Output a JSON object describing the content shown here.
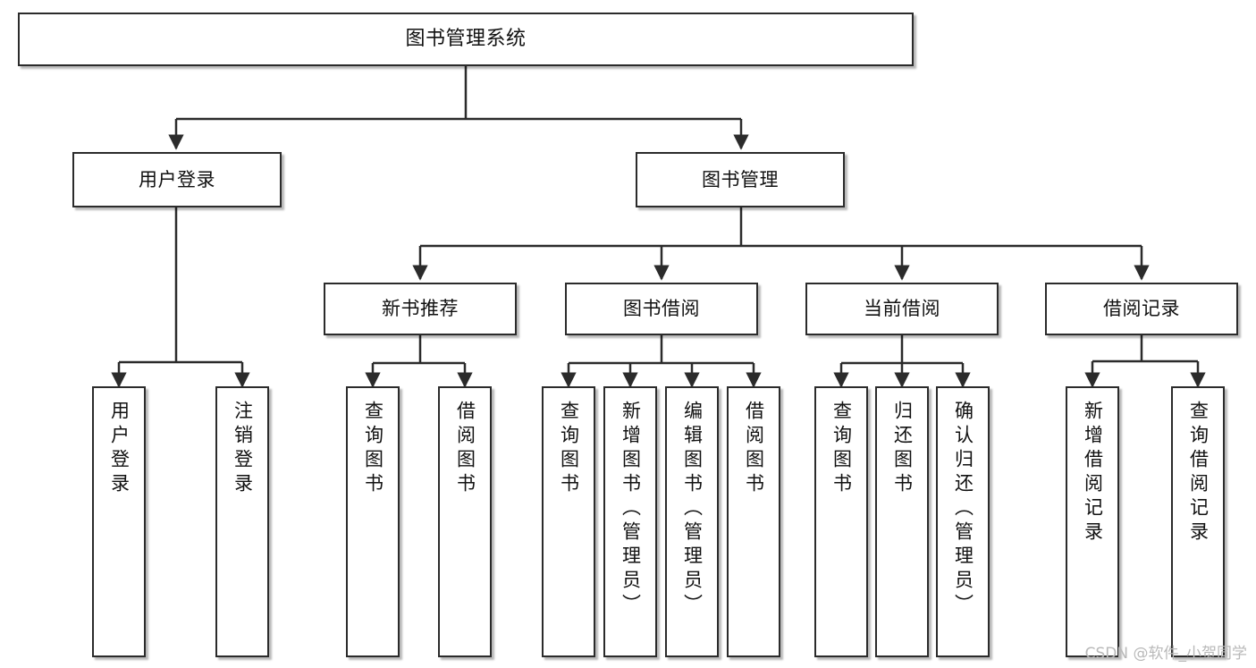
{
  "diagram": {
    "title": "图书管理系统",
    "type": "hierarchy-tree",
    "watermark": "CSDN @软件_小贺同学",
    "colors": {
      "box_border": "#2b2b2b",
      "box_fill": "#ffffff",
      "edge": "#2b2b2b",
      "text": "#111111",
      "watermark": "#b9b9b9",
      "background": "#ffffff"
    },
    "nodes": {
      "root": {
        "label": "图书管理系统",
        "level": 1
      },
      "level2": [
        {
          "id": "user-login",
          "label": "用户登录"
        },
        {
          "id": "book-manage",
          "label": "图书管理"
        }
      ],
      "level3": [
        {
          "id": "new-book-recommend",
          "label": "新书推荐"
        },
        {
          "id": "book-borrow",
          "label": "图书借阅"
        },
        {
          "id": "current-borrow",
          "label": "当前借阅"
        },
        {
          "id": "borrow-record",
          "label": "借阅记录"
        }
      ],
      "leaves": {
        "user-login": [
          {
            "id": "leaf-user-login",
            "label": "用户登录"
          },
          {
            "id": "leaf-logout",
            "label": "注销登录"
          }
        ],
        "new-book-recommend": [
          {
            "id": "leaf-query-book-1",
            "label": "查询图书"
          },
          {
            "id": "leaf-borrow-book-1",
            "label": "借阅图书"
          }
        ],
        "book-borrow": [
          {
            "id": "leaf-query-book-2",
            "label": "查询图书"
          },
          {
            "id": "leaf-add-book",
            "label": "新增图书（管理员）"
          },
          {
            "id": "leaf-edit-book",
            "label": "编辑图书（管理员）"
          },
          {
            "id": "leaf-borrow-book-2",
            "label": "借阅图书"
          }
        ],
        "current-borrow": [
          {
            "id": "leaf-query-book-3",
            "label": "查询图书"
          },
          {
            "id": "leaf-return-book",
            "label": "归还图书"
          },
          {
            "id": "leaf-confirm-return",
            "label": "确认归还（管理员）"
          }
        ],
        "borrow-record": [
          {
            "id": "leaf-add-record",
            "label": "新增借阅记录"
          },
          {
            "id": "leaf-query-record",
            "label": "查询借阅记录"
          }
        ]
      }
    }
  }
}
